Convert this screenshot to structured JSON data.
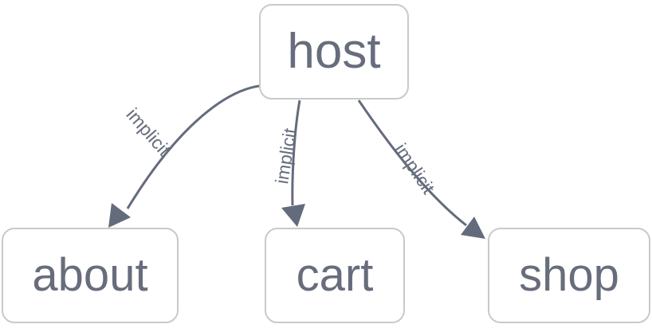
{
  "diagram": {
    "type": "flowchart",
    "direction": "top-down",
    "background_color": "#ffffff",
    "node_border_color": "#c9c9c9",
    "node_fill_color": "#ffffff",
    "text_color": "#676d7c",
    "edge_color": "#646b7c",
    "nodes": [
      {
        "id": "host",
        "label": "host"
      },
      {
        "id": "about",
        "label": "about"
      },
      {
        "id": "cart",
        "label": "cart"
      },
      {
        "id": "shop",
        "label": "shop"
      }
    ],
    "edges": [
      {
        "from": "host",
        "to": "about",
        "label": "implicit",
        "arrow": "filled-triangle"
      },
      {
        "from": "host",
        "to": "cart",
        "label": "implicit",
        "arrow": "filled-triangle"
      },
      {
        "from": "host",
        "to": "shop",
        "label": "implicit",
        "arrow": "filled-triangle"
      }
    ]
  }
}
